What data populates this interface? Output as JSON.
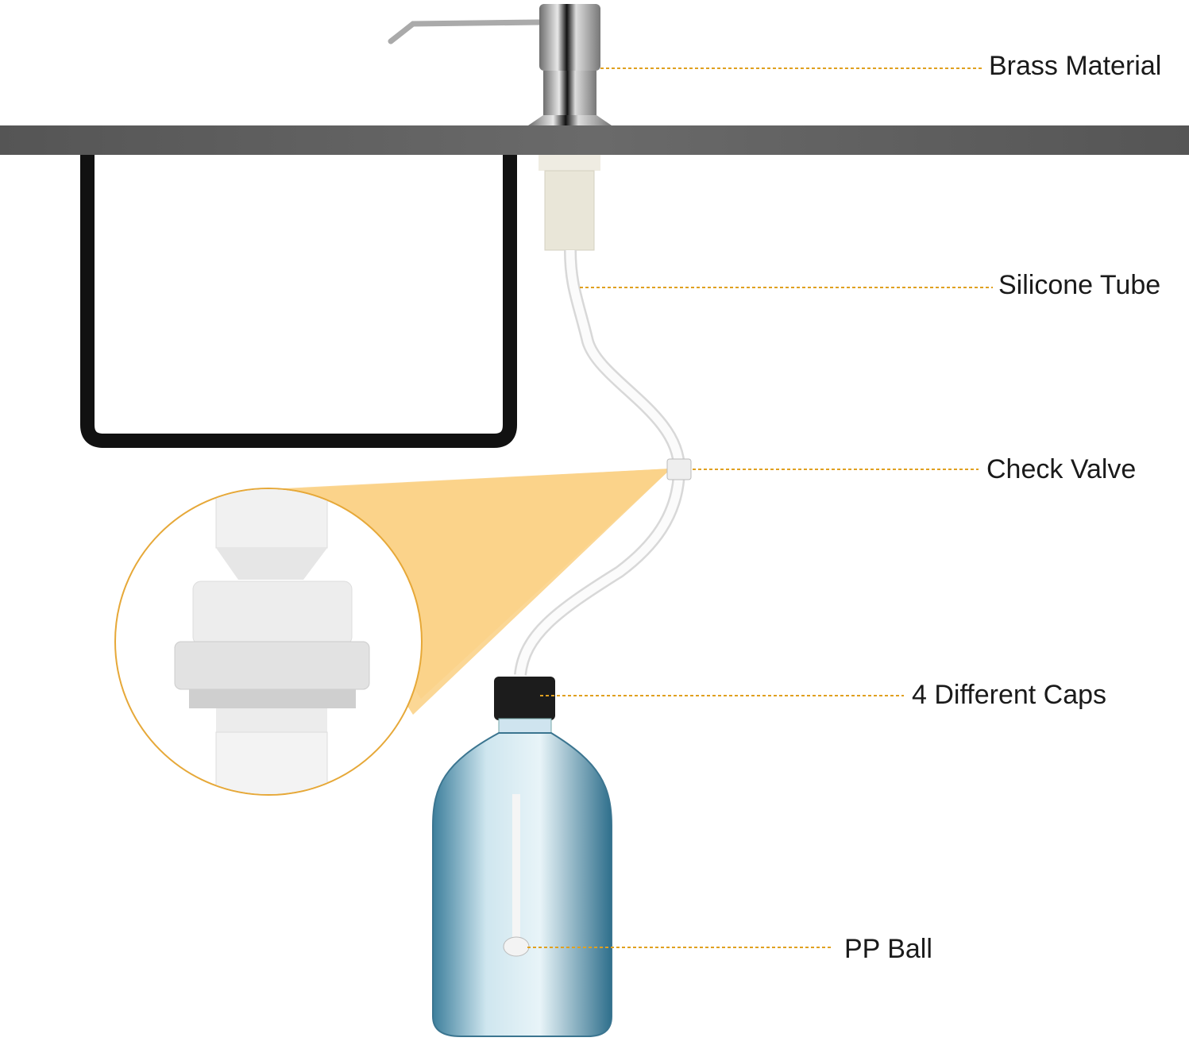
{
  "labels": {
    "brass_material": "Brass Material",
    "silicone_tube": "Silicone Tube",
    "check_valve": "Check Valve",
    "caps": "4 Different Caps",
    "pp_ball": "PP Ball"
  },
  "colors": {
    "leader_line": "#e0a020",
    "magnifier_cone": "#fbd38a",
    "countertop": "#5b5b5b",
    "sink_outline": "#111111"
  }
}
